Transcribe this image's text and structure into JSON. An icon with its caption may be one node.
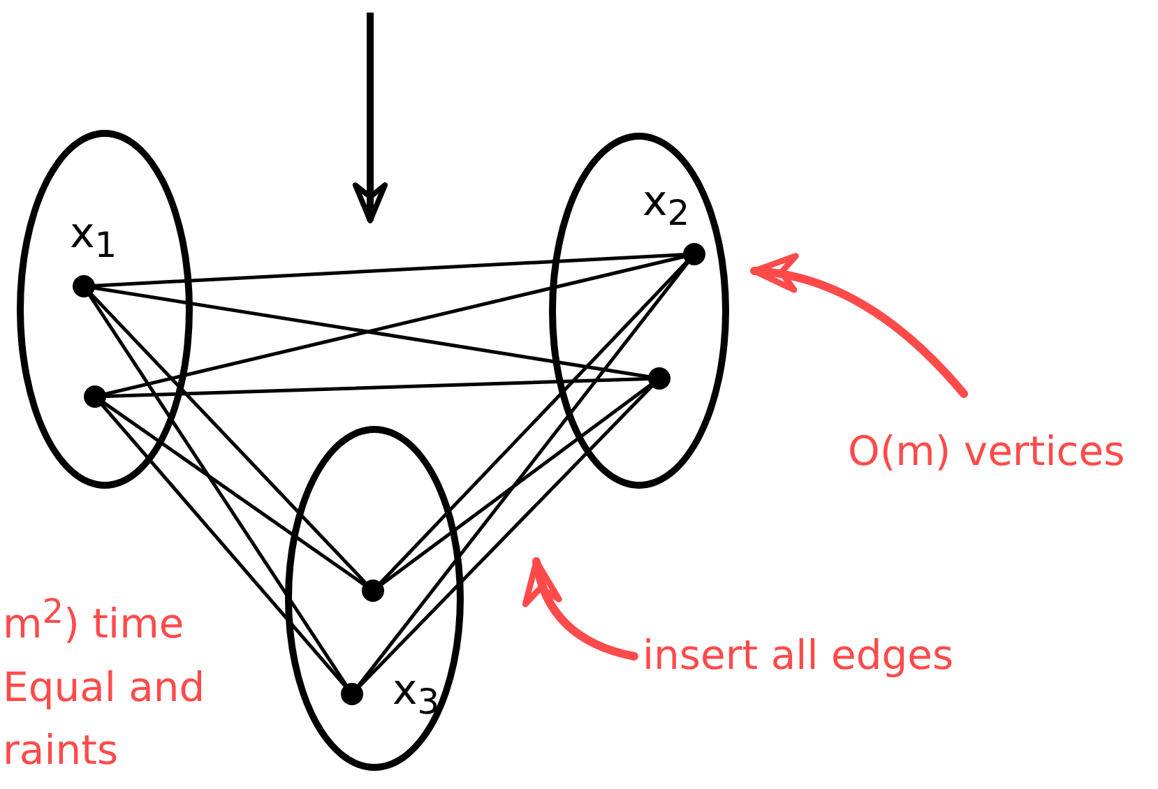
{
  "diagram": {
    "nodes": [
      {
        "text": [
          "x$_{1}$"
        ]
      },
      {
        "text": [],
        "shape": "circle",
        "in": 0
      },
      {
        "text": [],
        "shape": "circle",
        "in": 0
      },
      {
        "text": [
          "x$_{2}$"
        ]
      },
      {
        "text": [],
        "shape": "circle",
        "in": 3
      },
      {
        "text": [],
        "shape": "circle",
        "in": 3
      },
      {
        "text": [
          "x$_{3}$"
        ]
      },
      {
        "text": [],
        "shape": "circle",
        "in": 6
      },
      {
        "text": [],
        "shape": "circle",
        "in": 6
      },
      {
        "text": [
          "O(m) vertices"
        ]
      },
      {
        "text": [
          "insert all edges"
        ]
      }
    ],
    "edges": [
      {
        "from": 1,
        "to": 4,
        "arrow": "none"
      },
      {
        "from": 1,
        "to": 5,
        "arrow": "none"
      },
      {
        "from": 2,
        "to": 4,
        "arrow": "none"
      },
      {
        "from": 2,
        "to": 5,
        "arrow": "none"
      },
      {
        "from": 1,
        "to": 7,
        "arrow": "none"
      },
      {
        "from": 1,
        "to": 8,
        "arrow": "none"
      },
      {
        "from": 2,
        "to": 7,
        "arrow": "none"
      },
      {
        "from": 2,
        "to": 8,
        "arrow": "none"
      },
      {
        "from": 4,
        "to": 7,
        "arrow": "none"
      },
      {
        "from": 4,
        "to": 8,
        "arrow": "none"
      },
      {
        "from": 5,
        "to": 7,
        "arrow": "none"
      },
      {
        "from": 5,
        "to": 8,
        "arrow": "none"
      },
      {
        "from": 9,
        "to": 3,
        "arrow": "to",
        "style": "thick",
        "color": "#ff4a4a"
      },
      {
        "from": 10,
        "to": null,
        "arrow": "to",
        "style": "thick",
        "color": "#ff4a4a"
      }
    ],
    "labels": [
      "m$^{2}$) time Equal and raints"
    ]
  }
}
